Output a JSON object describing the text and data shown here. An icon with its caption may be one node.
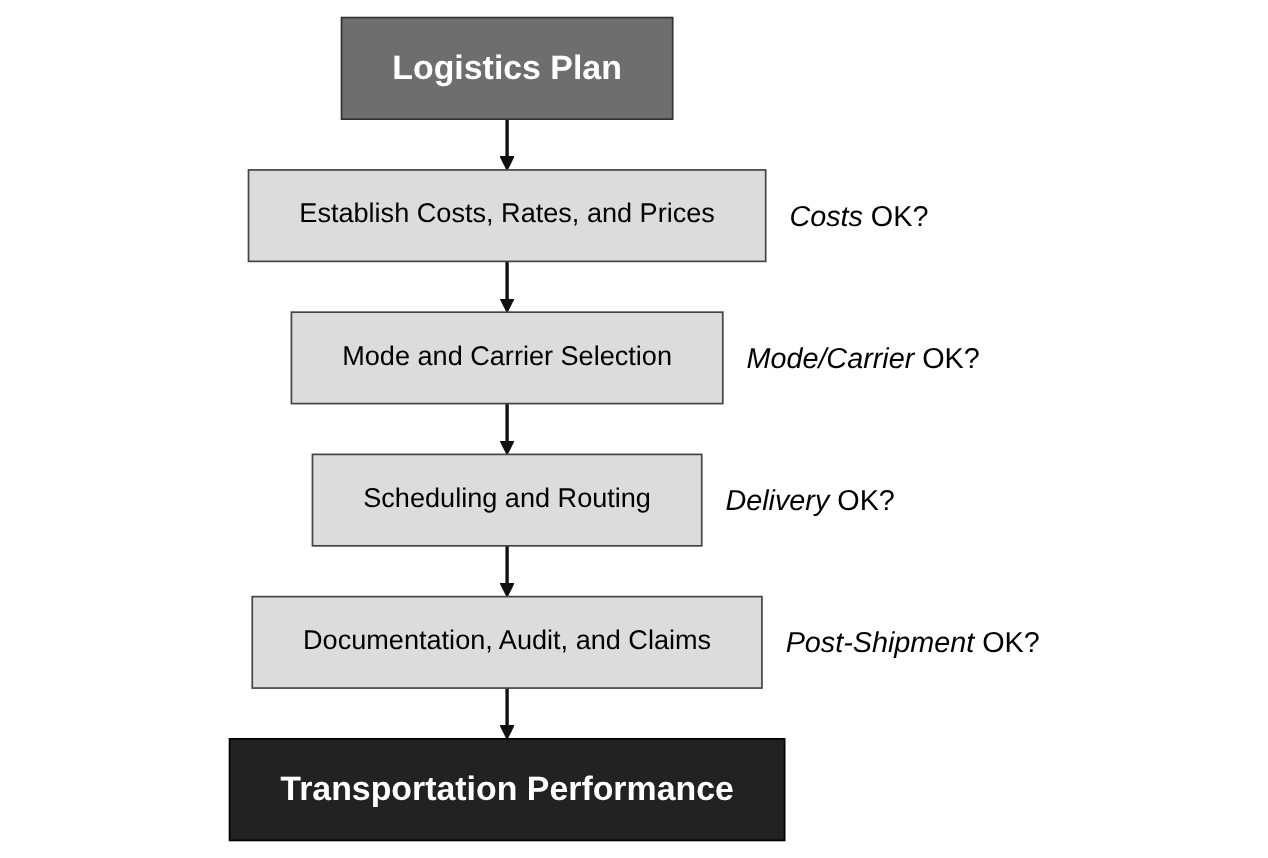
{
  "diagram": {
    "nodes": [
      {
        "text": [
          "Logistics Plan"
        ]
      },
      {
        "text": [
          "Establish Costs, Rates, and Prices"
        ],
        "beside": [
          "*Costs* OK?"
        ]
      },
      {
        "text": [
          "Mode and Carrier Selection"
        ],
        "beside": [
          "*Mode/Carrier* OK?"
        ]
      },
      {
        "text": [
          "Scheduling and Routing"
        ],
        "beside": [
          "*Delivery* OK?"
        ]
      },
      {
        "text": [
          "Documentation, Audit, and Claims"
        ],
        "beside": [
          "*Post-Shipment* OK?"
        ]
      },
      {
        "text": [
          "Transportation Performance"
        ]
      }
    ],
    "edges": [
      {
        "from": 0,
        "to": 1,
        "arrow": "to"
      },
      {
        "from": 1,
        "to": 2,
        "arrow": "to"
      },
      {
        "from": 2,
        "to": 3,
        "arrow": "to"
      },
      {
        "from": 3,
        "to": 4,
        "arrow": "to"
      },
      {
        "from": 4,
        "to": 5,
        "arrow": "to"
      }
    ]
  }
}
